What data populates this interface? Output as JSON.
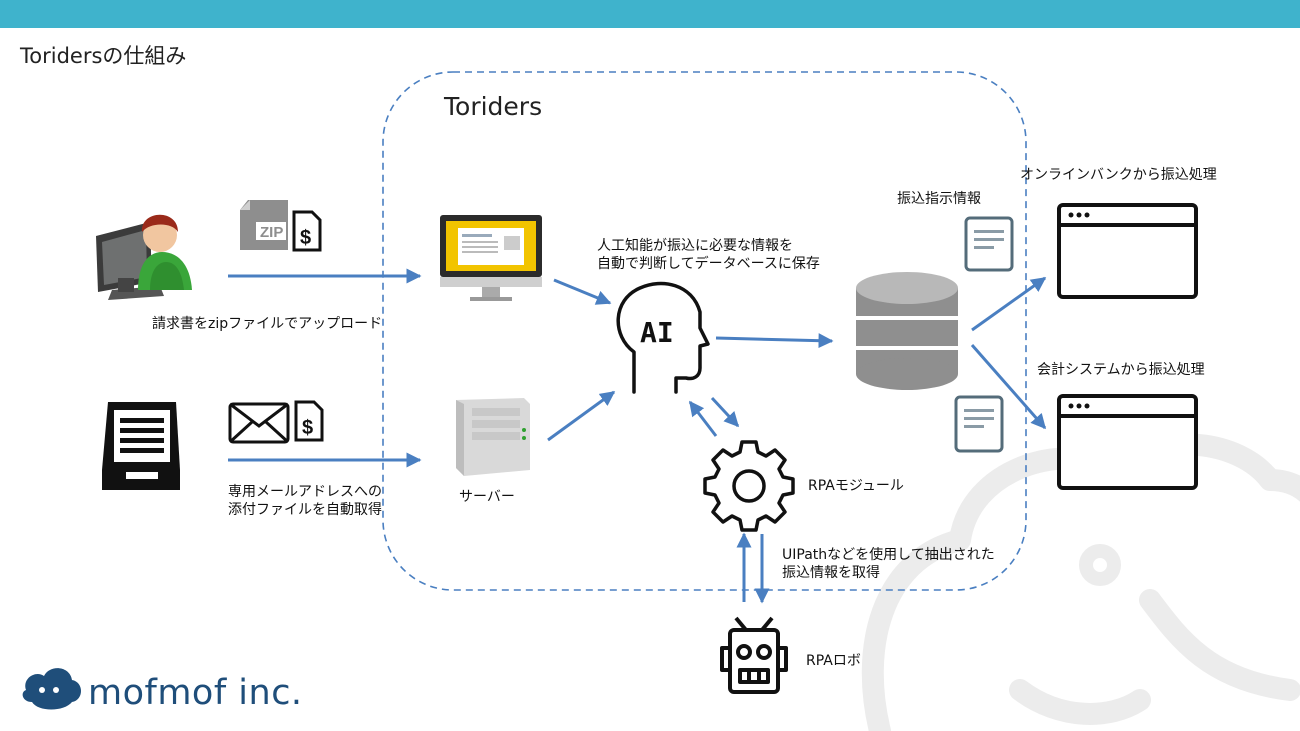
{
  "page_title": "Toridersの仕組み",
  "group_title": "Toriders",
  "labels": {
    "upload": "請求書をzipファイルでアップロード",
    "email_line1": "専用メールアドレスへの",
    "email_line2": "添付ファイルを自動取得",
    "server": "サーバー",
    "ai_line1": "人工知能が振込に必要な情報を",
    "ai_line2": "自動で判断してデータベースに保存",
    "transfer_info": "振込指示情報",
    "online_bank": "オンラインバンクから振込処理",
    "accounting": "会計システムから振込処理",
    "rpa_module": "RPAモジュール",
    "uipath_line1": "UIPathなどを使用して抽出された",
    "uipath_line2": "振込情報を取得",
    "rpa_robot": "RPAロボ"
  },
  "icon_text": {
    "zip": "ZIP",
    "dollar": "$",
    "ai": "AI"
  },
  "logo_text": "mofmof inc.",
  "colors": {
    "topbar": "#3fb3cc",
    "arrow": "#4a7fc1",
    "dashed_border": "#4a7fc1",
    "monitor_screen": "#f2c400",
    "logo": "#1f4e7a"
  }
}
